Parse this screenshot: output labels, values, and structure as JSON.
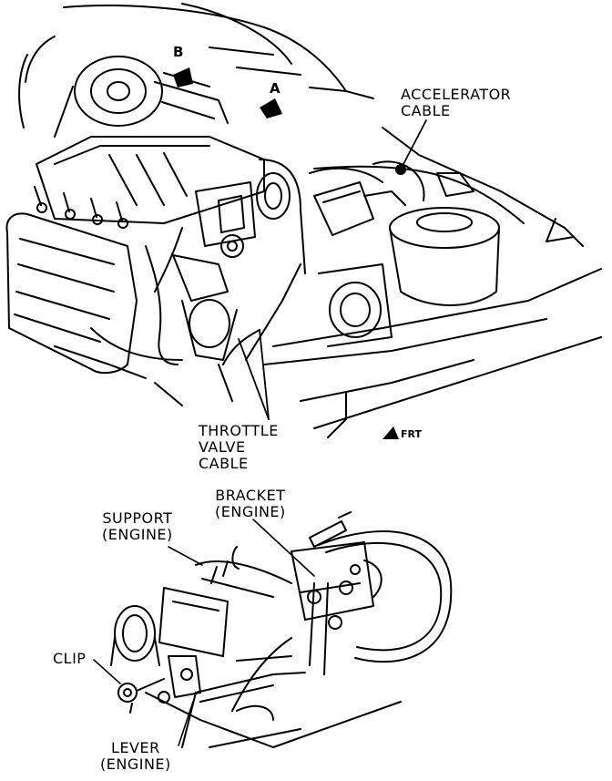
{
  "labels": {
    "marker_b": "B",
    "marker_a": "A",
    "accelerator_cable": [
      "ACCELERATOR",
      "CABLE"
    ],
    "throttle_valve_cable": [
      "THROTTLE",
      "VALVE",
      "CABLE"
    ],
    "front": "FRT",
    "support_engine": [
      "SUPPORT",
      "(ENGINE)"
    ],
    "bracket_engine": [
      "BRACKET",
      "(ENGINE)"
    ],
    "clip": "CLIP",
    "lever_engine": [
      "LEVER",
      "(ENGINE)"
    ]
  },
  "colors": {
    "ink": "#000000",
    "paper": "#ffffff"
  }
}
